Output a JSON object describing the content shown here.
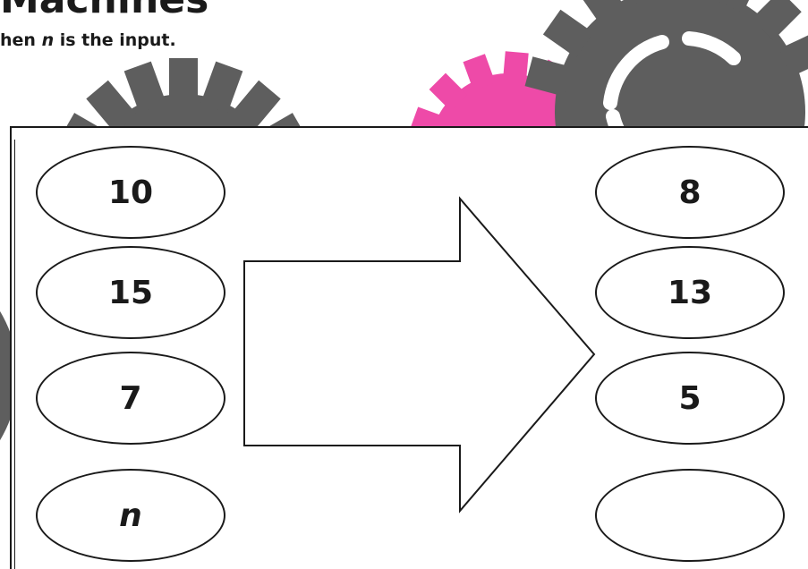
{
  "worksheet": {
    "title": "Machines",
    "instruction": {
      "prefix": "hen ",
      "variable": "n",
      "suffix": " is the input."
    }
  },
  "machine": {
    "inputs": [
      "10",
      "15",
      "7",
      "n"
    ],
    "outputs": [
      "8",
      "13",
      "5",
      ""
    ]
  },
  "colors": {
    "gear_gray": "#5e5e5e",
    "gear_pink": "#ee4aa8",
    "ink": "#1a1a1a"
  }
}
